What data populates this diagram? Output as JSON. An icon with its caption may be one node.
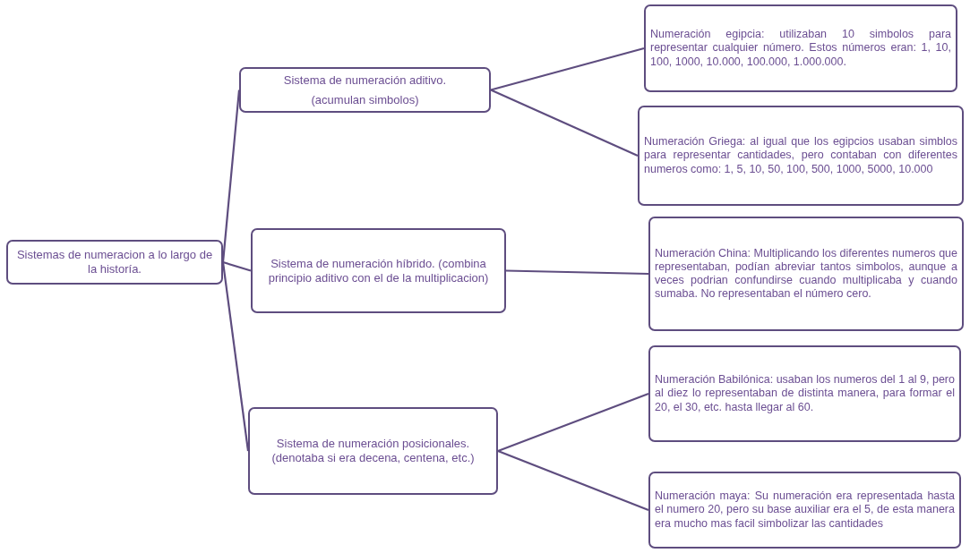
{
  "diagram": {
    "nodes": [
      {
        "text": [
          "Sistemas de numeracion a lo largo de la historía."
        ]
      },
      {
        "text": [
          "Sistema de numeración aditivo.",
          "(acumulan simbolos)"
        ]
      },
      {
        "text": [
          "Sistema de numeración híbrido. (combina principio aditivo con el de la multiplicacion)"
        ]
      },
      {
        "text": [
          "Sistema de numeración posicionales. (denotaba si era decena, centena, etc.)"
        ]
      },
      {
        "text": [
          "Numeración egipcia: utilizaban 10 simbolos para representar cualquier número. Estos números eran: 1, 10, 100, 1000, 10.000, 100.000, 1.000.000."
        ]
      },
      {
        "text": [
          "Numeración Griega: al igual que los egipcios usaban simblos para representar cantidades, pero contaban con diferentes numeros como: 1, 5, 10, 50, 100, 500, 1000, 5000, 10.000"
        ]
      },
      {
        "text": [
          "Numeración China: Multiplicando los diferentes numeros que representaban, podían abreviar tantos simbolos, aunque a veces podrian confundirse cuando multiplicaba y cuando sumaba. No representaban el número cero."
        ]
      },
      {
        "text": [
          "Numeración Babilónica: usaban los numeros del 1 al 9, pero al diez lo representaban de distinta manera, para formar el 20, el 30, etc. hasta llegar al 60."
        ]
      },
      {
        "text": [
          "Numeración maya: Su numeración era representada hasta el numero 20, pero su base auxiliar era el 5, de esta manera era mucho mas facil simbolizar las cantidades"
        ]
      }
    ],
    "edges": [
      {
        "from": 0,
        "to": 1,
        "arrow": "none"
      },
      {
        "from": 0,
        "to": 2,
        "arrow": "none"
      },
      {
        "from": 0,
        "to": 3,
        "arrow": "none"
      },
      {
        "from": 1,
        "to": 4,
        "arrow": "none"
      },
      {
        "from": 1,
        "to": 5,
        "arrow": "none"
      },
      {
        "from": 2,
        "to": 6,
        "arrow": "none"
      },
      {
        "from": 3,
        "to": 7,
        "arrow": "none"
      },
      {
        "from": 3,
        "to": 8,
        "arrow": "none"
      }
    ]
  }
}
